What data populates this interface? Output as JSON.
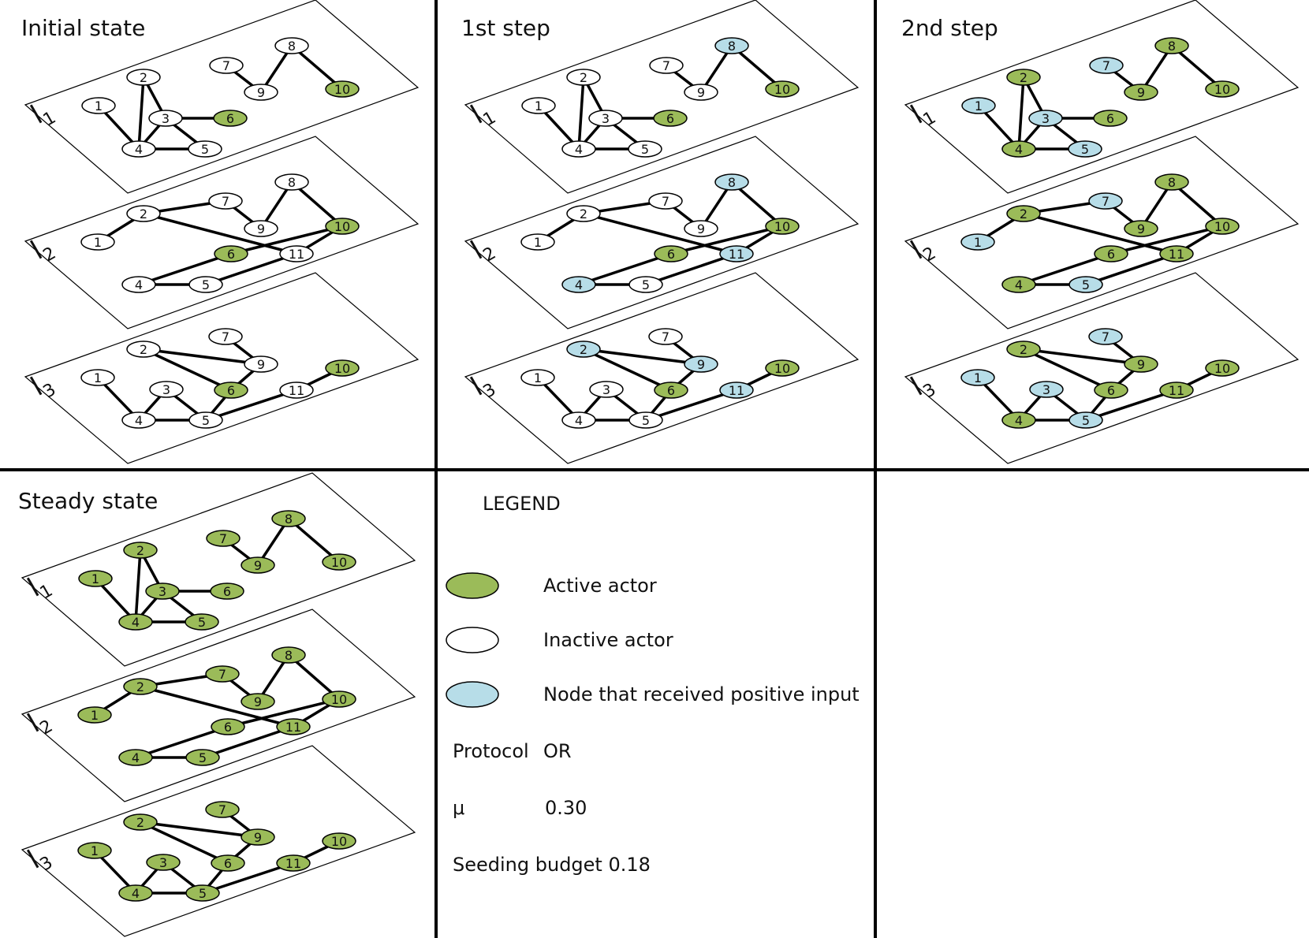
{
  "colors": {
    "active": "#9bbb59",
    "inactive": "#ffffff",
    "positive": "#b7dde8",
    "stroke": "#000000"
  },
  "layers": [
    {
      "name": "l1",
      "nodes": [
        "1",
        "2",
        "3",
        "4",
        "5",
        "6",
        "7",
        "8",
        "9",
        "10"
      ],
      "edges": [
        [
          "1",
          "4"
        ],
        [
          "2",
          "4"
        ],
        [
          "2",
          "3"
        ],
        [
          "3",
          "4"
        ],
        [
          "3",
          "5"
        ],
        [
          "4",
          "5"
        ],
        [
          "3",
          "6"
        ],
        [
          "7",
          "9"
        ],
        [
          "8",
          "9"
        ],
        [
          "8",
          "10"
        ]
      ]
    },
    {
      "name": "l2",
      "nodes": [
        "1",
        "2",
        "4",
        "5",
        "6",
        "7",
        "8",
        "9",
        "10",
        "11"
      ],
      "edges": [
        [
          "1",
          "2"
        ],
        [
          "2",
          "7"
        ],
        [
          "7",
          "9"
        ],
        [
          "8",
          "9"
        ],
        [
          "8",
          "10"
        ],
        [
          "2",
          "11"
        ],
        [
          "6",
          "10"
        ],
        [
          "10",
          "11"
        ],
        [
          "4",
          "6"
        ],
        [
          "4",
          "5"
        ],
        [
          "5",
          "11"
        ]
      ]
    },
    {
      "name": "l3",
      "nodes": [
        "1",
        "2",
        "3",
        "4",
        "5",
        "6",
        "7",
        "9",
        "10",
        "11"
      ],
      "edges": [
        [
          "1",
          "4"
        ],
        [
          "3",
          "4"
        ],
        [
          "3",
          "5"
        ],
        [
          "4",
          "5"
        ],
        [
          "2",
          "9"
        ],
        [
          "2",
          "6"
        ],
        [
          "7",
          "9"
        ],
        [
          "6",
          "9"
        ],
        [
          "5",
          "6"
        ],
        [
          "5",
          "11"
        ],
        [
          "10",
          "11"
        ]
      ]
    }
  ],
  "panels": [
    {
      "title": "Initial state",
      "states": {
        "l1": {
          "6": "active",
          "10": "active"
        },
        "l2": {
          "6": "active",
          "10": "active"
        },
        "l3": {
          "6": "active",
          "10": "active"
        }
      }
    },
    {
      "title": "1st step",
      "states": {
        "l1": {
          "6": "active",
          "10": "active",
          "8": "positive"
        },
        "l2": {
          "6": "active",
          "10": "active",
          "8": "positive",
          "11": "positive",
          "4": "positive"
        },
        "l3": {
          "6": "active",
          "10": "active",
          "2": "positive",
          "9": "positive",
          "11": "positive"
        }
      }
    },
    {
      "title": "2nd step",
      "states": {
        "l1": {
          "2": "active",
          "4": "active",
          "6": "active",
          "8": "active",
          "9": "active",
          "10": "active",
          "1": "positive",
          "3": "positive",
          "5": "positive",
          "7": "positive"
        },
        "l2": {
          "2": "active",
          "4": "active",
          "6": "active",
          "8": "active",
          "9": "active",
          "10": "active",
          "11": "active",
          "1": "positive",
          "5": "positive",
          "7": "positive"
        },
        "l3": {
          "2": "active",
          "4": "active",
          "6": "active",
          "9": "active",
          "10": "active",
          "11": "active",
          "1": "positive",
          "3": "positive",
          "5": "positive",
          "7": "positive"
        }
      }
    },
    {
      "title": "Steady state",
      "states": {
        "l1": {
          "1": "active",
          "2": "active",
          "3": "active",
          "4": "active",
          "5": "active",
          "6": "active",
          "7": "active",
          "8": "active",
          "9": "active",
          "10": "active"
        },
        "l2": {
          "1": "active",
          "2": "active",
          "4": "active",
          "5": "active",
          "6": "active",
          "7": "active",
          "8": "active",
          "9": "active",
          "10": "active",
          "11": "active"
        },
        "l3": {
          "1": "active",
          "2": "active",
          "3": "active",
          "4": "active",
          "5": "active",
          "6": "active",
          "7": "active",
          "9": "active",
          "10": "active",
          "11": "active"
        }
      }
    }
  ],
  "legend": {
    "title": "LEGEND",
    "items": [
      {
        "state": "active",
        "label": "Active actor"
      },
      {
        "state": "inactive",
        "label": "Inactive actor"
      },
      {
        "state": "positive",
        "label": "Node that received positive input"
      }
    ],
    "params": [
      {
        "label": "Protocol",
        "value": "OR"
      },
      {
        "label": "μ",
        "value": "0.30"
      },
      {
        "label": "Seeding budget 0.18",
        "value": ""
      }
    ]
  }
}
